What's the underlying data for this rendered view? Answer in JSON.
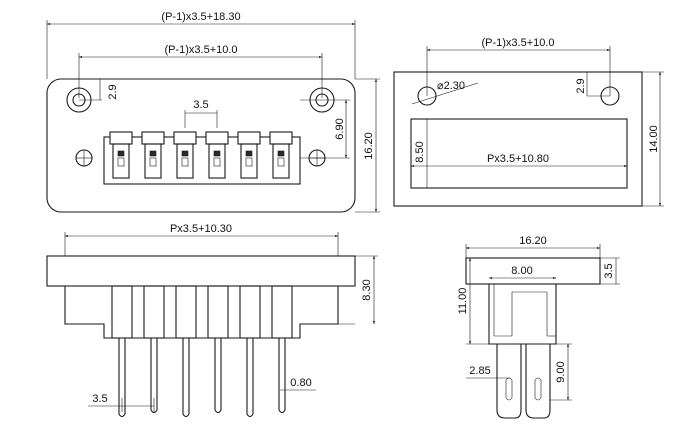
{
  "front_view": {
    "dim_total_width": "(P-1)x3.5+18.30",
    "dim_hole_spacing": "(P-1)x3.5+10.0",
    "dim_hole_offset": "2.9",
    "dim_pitch": "3.5",
    "dim_height_inner": "6.90",
    "dim_height_total": "16.20"
  },
  "cutout_view": {
    "dim_hole_spacing": "(P-1)x3.5+10.0",
    "dim_hole_diameter": "⌀2.30",
    "dim_hole_offset": "2.9",
    "dim_window_height": "8.50",
    "dim_window_width": "Px3.5+10.80",
    "dim_height_total": "14.00"
  },
  "bottom_view": {
    "dim_body_width": "Px3.5+10.30",
    "dim_body_height": "8.30",
    "dim_pin_pitch": "3.5",
    "dim_pin_width": "0.80"
  },
  "side_view": {
    "dim_flange_width": "16.20",
    "dim_body_width": "8.00",
    "dim_flange_thickness": "3.5",
    "dim_body_height": "11.00",
    "dim_pin_offset": "2.85",
    "dim_pin_length": "9.00"
  }
}
